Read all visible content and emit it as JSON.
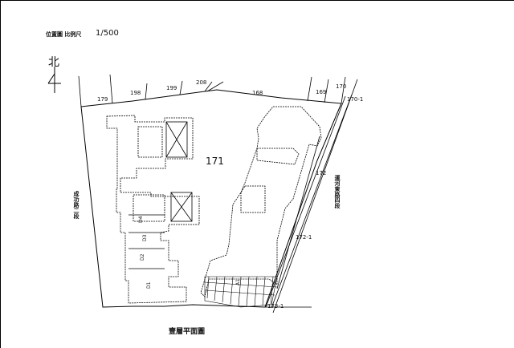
{
  "header": {
    "label": "位置圖 比例尺",
    "scale": "1/500"
  },
  "north": {
    "label": "北"
  },
  "lots": {
    "top": [
      "179",
      "198",
      "199",
      "208",
      "168",
      "169",
      "170",
      "170-1"
    ],
    "main": "171",
    "right": [
      "172",
      "172-1",
      "173-1"
    ]
  },
  "roads": {
    "west": "成功路二段",
    "east": "運河東路四段"
  },
  "units": [
    "D1",
    "D2",
    "D3",
    "D4",
    "A1"
  ],
  "footer": {
    "title": "壹層平面圖"
  },
  "colors": {
    "line": "#000000",
    "paper": "#ffffff"
  }
}
